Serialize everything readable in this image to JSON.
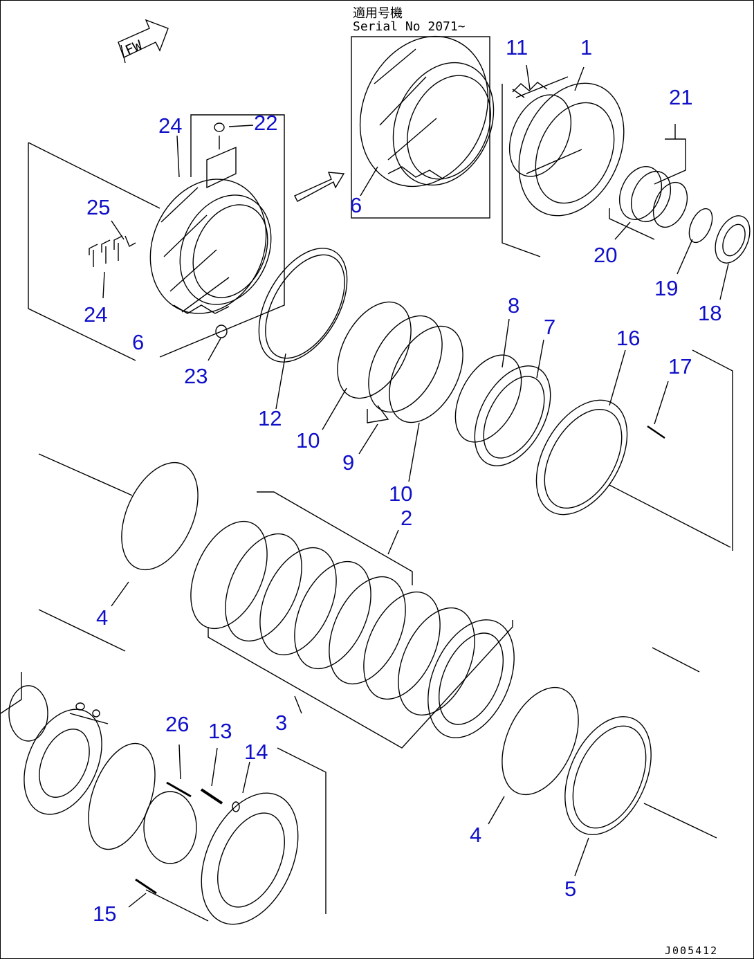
{
  "header": {
    "applicable_label": "適用号機",
    "serial_label": "Serial No 2071~"
  },
  "fw_label": "FW",
  "drawing_code": "J005412",
  "callouts": {
    "c1": "1",
    "c2": "2",
    "c3": "3",
    "c4a": "4",
    "c4b": "4",
    "c5": "5",
    "c6a": "6",
    "c6b": "6",
    "c7": "7",
    "c8": "8",
    "c9": "9",
    "c10a": "10",
    "c10b": "10",
    "c11": "11",
    "c12": "12",
    "c13": "13",
    "c14": "14",
    "c15": "15",
    "c16": "16",
    "c17": "17",
    "c18": "18",
    "c19": "19",
    "c20": "20",
    "c21": "21",
    "c22": "22",
    "c23": "23",
    "c24a": "24",
    "c24b": "24",
    "c25": "25",
    "c26": "26"
  },
  "colors": {
    "callout": "#1010c8",
    "line": "#000000"
  }
}
